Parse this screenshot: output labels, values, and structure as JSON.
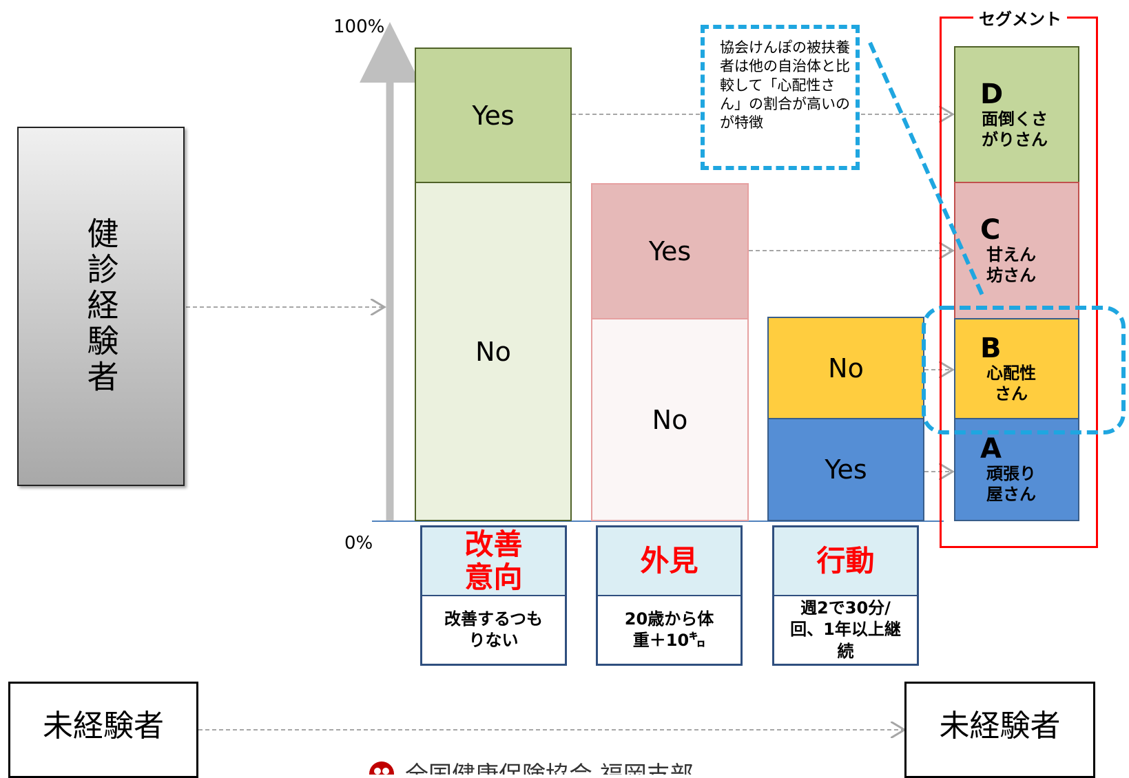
{
  "experienced_label": "健診経験者",
  "axis": {
    "top_label": "100%",
    "bottom_label": "0%"
  },
  "bars": [
    {
      "yes": "Yes",
      "no": "No"
    },
    {
      "yes": "Yes",
      "no": "No"
    },
    {
      "no": "No",
      "yes": "Yes"
    }
  ],
  "categories": [
    {
      "title": "改善意向",
      "desc": "改善するつもりない"
    },
    {
      "title": "外見",
      "desc": "20歳から体重＋10㌔"
    },
    {
      "title": "行動",
      "desc": "週2で30分/回、1年以上継続"
    }
  ],
  "segment_title": "セグメント",
  "segments": [
    {
      "letter": "D",
      "name": "面倒くさがりさん"
    },
    {
      "letter": "C",
      "name": "甘えん坊さん"
    },
    {
      "letter": "B",
      "name": "心配性さん"
    },
    {
      "letter": "A",
      "name": "頑張り屋さん"
    }
  ],
  "note": "協会けんぽの被扶養者は他の自治体と比較して「心配性さん」の割合が高いのが特徴",
  "inexperienced_left": "未経験者",
  "inexperienced_right": "未経験者",
  "footer_org": "全国健康保険協会 福岡支部",
  "colors": {
    "green_yes": "#c3d69b",
    "green_no": "#ebf1de",
    "pink_yes": "#e6b9b8",
    "pink_no": "#fbf6f6",
    "yellow": "#ffcd3f",
    "blue": "#558ed5",
    "red_accent": "#ff0000",
    "dashed_callout": "#1fa6e0"
  }
}
